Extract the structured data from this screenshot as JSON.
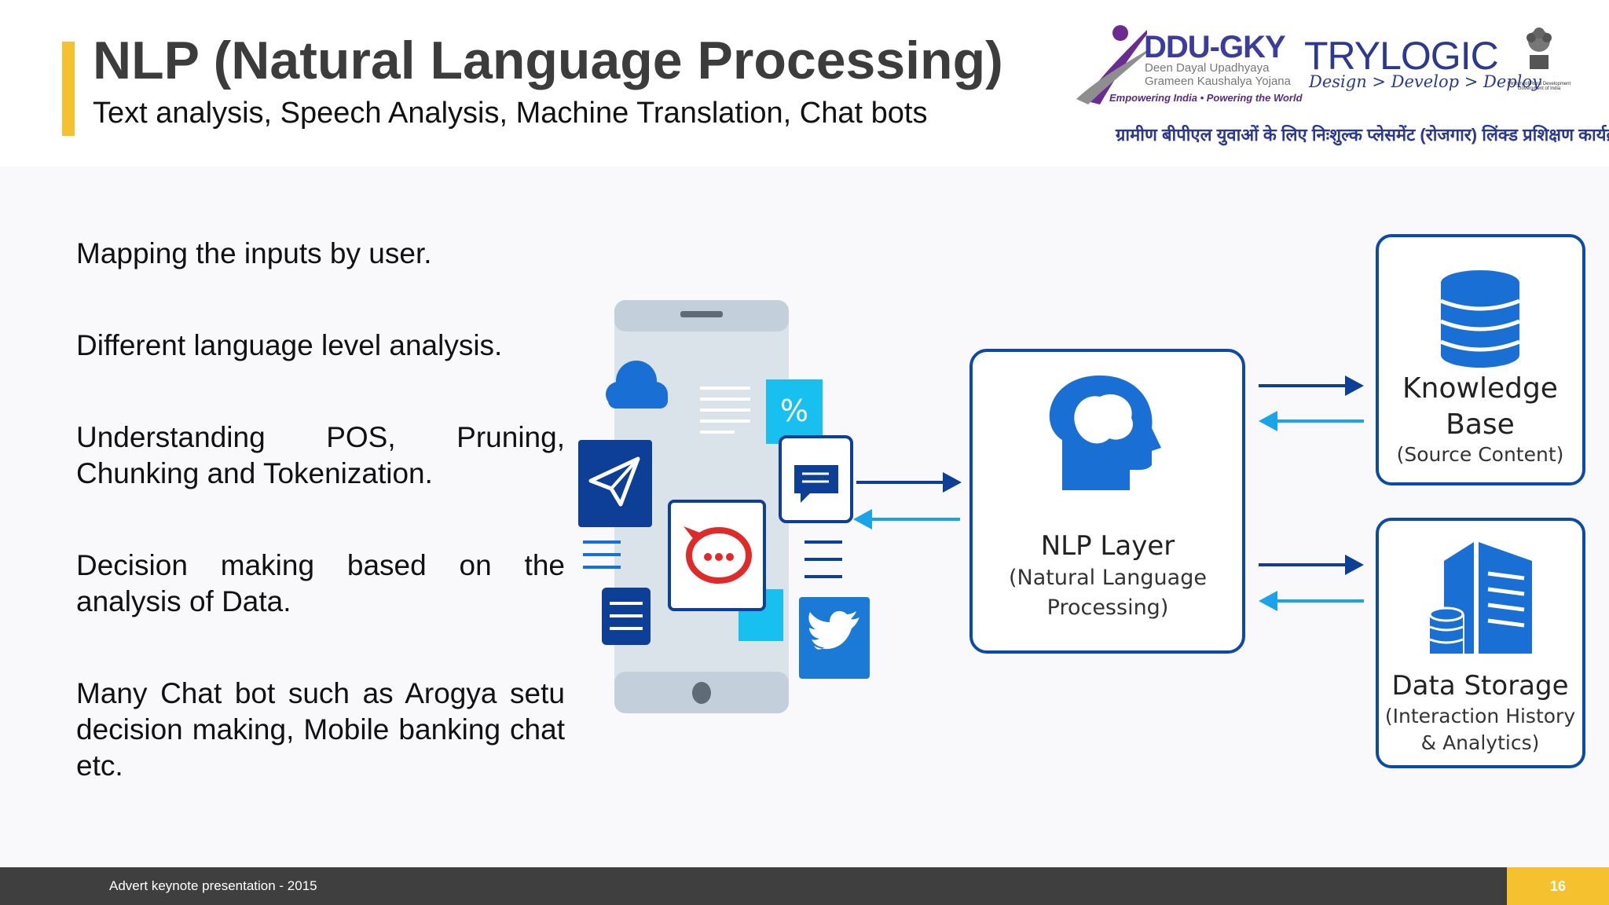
{
  "header": {
    "title": "NLP (Natural Language Processing)",
    "subtitle": "Text analysis, Speech Analysis, Machine Translation, Chat bots",
    "accent_color": "#f5c12e"
  },
  "logos": {
    "ddu_name": "DDU-GKY",
    "ddu_line1": "Deen Dayal Upadhyaya",
    "ddu_line2": "Grameen Kaushalya Yojana",
    "ddu_tagline": "Empowering India • Powering the World",
    "trylogic_name": "TRYLOGIC",
    "trylogic_tagline": "Design > Develop > Deploy",
    "emblem_label": "Ministry of Rural Development Government of India",
    "hindi_line": "ग्रामीण बीपीएल युवाओं  के लिए निःशुल्क प्लेसमेंट  (रोजगार) लिंक्ड प्रशिक्षण कार्यक्रम"
  },
  "bullets": [
    "Mapping the inputs by user.",
    "Different language level analysis.",
    "Understanding POS, Pruning, Chunking and Tokenization.",
    "Decision making based on the analysis of Data.",
    "Many Chat bot such as Arogya setu decision making, Mobile banking chat etc."
  ],
  "diagram": {
    "nlp_title": "NLP Layer",
    "nlp_sub1": "(Natural Language",
    "nlp_sub2": "Processing)",
    "kb_title1": "Knowledge",
    "kb_title2": "Base",
    "kb_sub": "(Source Content)",
    "ds_title": "Data Storage",
    "ds_sub1": "(Interaction History",
    "ds_sub2": "& Analytics)",
    "percent_symbol": "%",
    "colors": {
      "dark_blue": "#0d3f96",
      "light_blue": "#1aa3e8",
      "box_border": "#0b4aa8"
    }
  },
  "footer": {
    "text": "Advert keynote presentation - 2015",
    "page": "16"
  }
}
